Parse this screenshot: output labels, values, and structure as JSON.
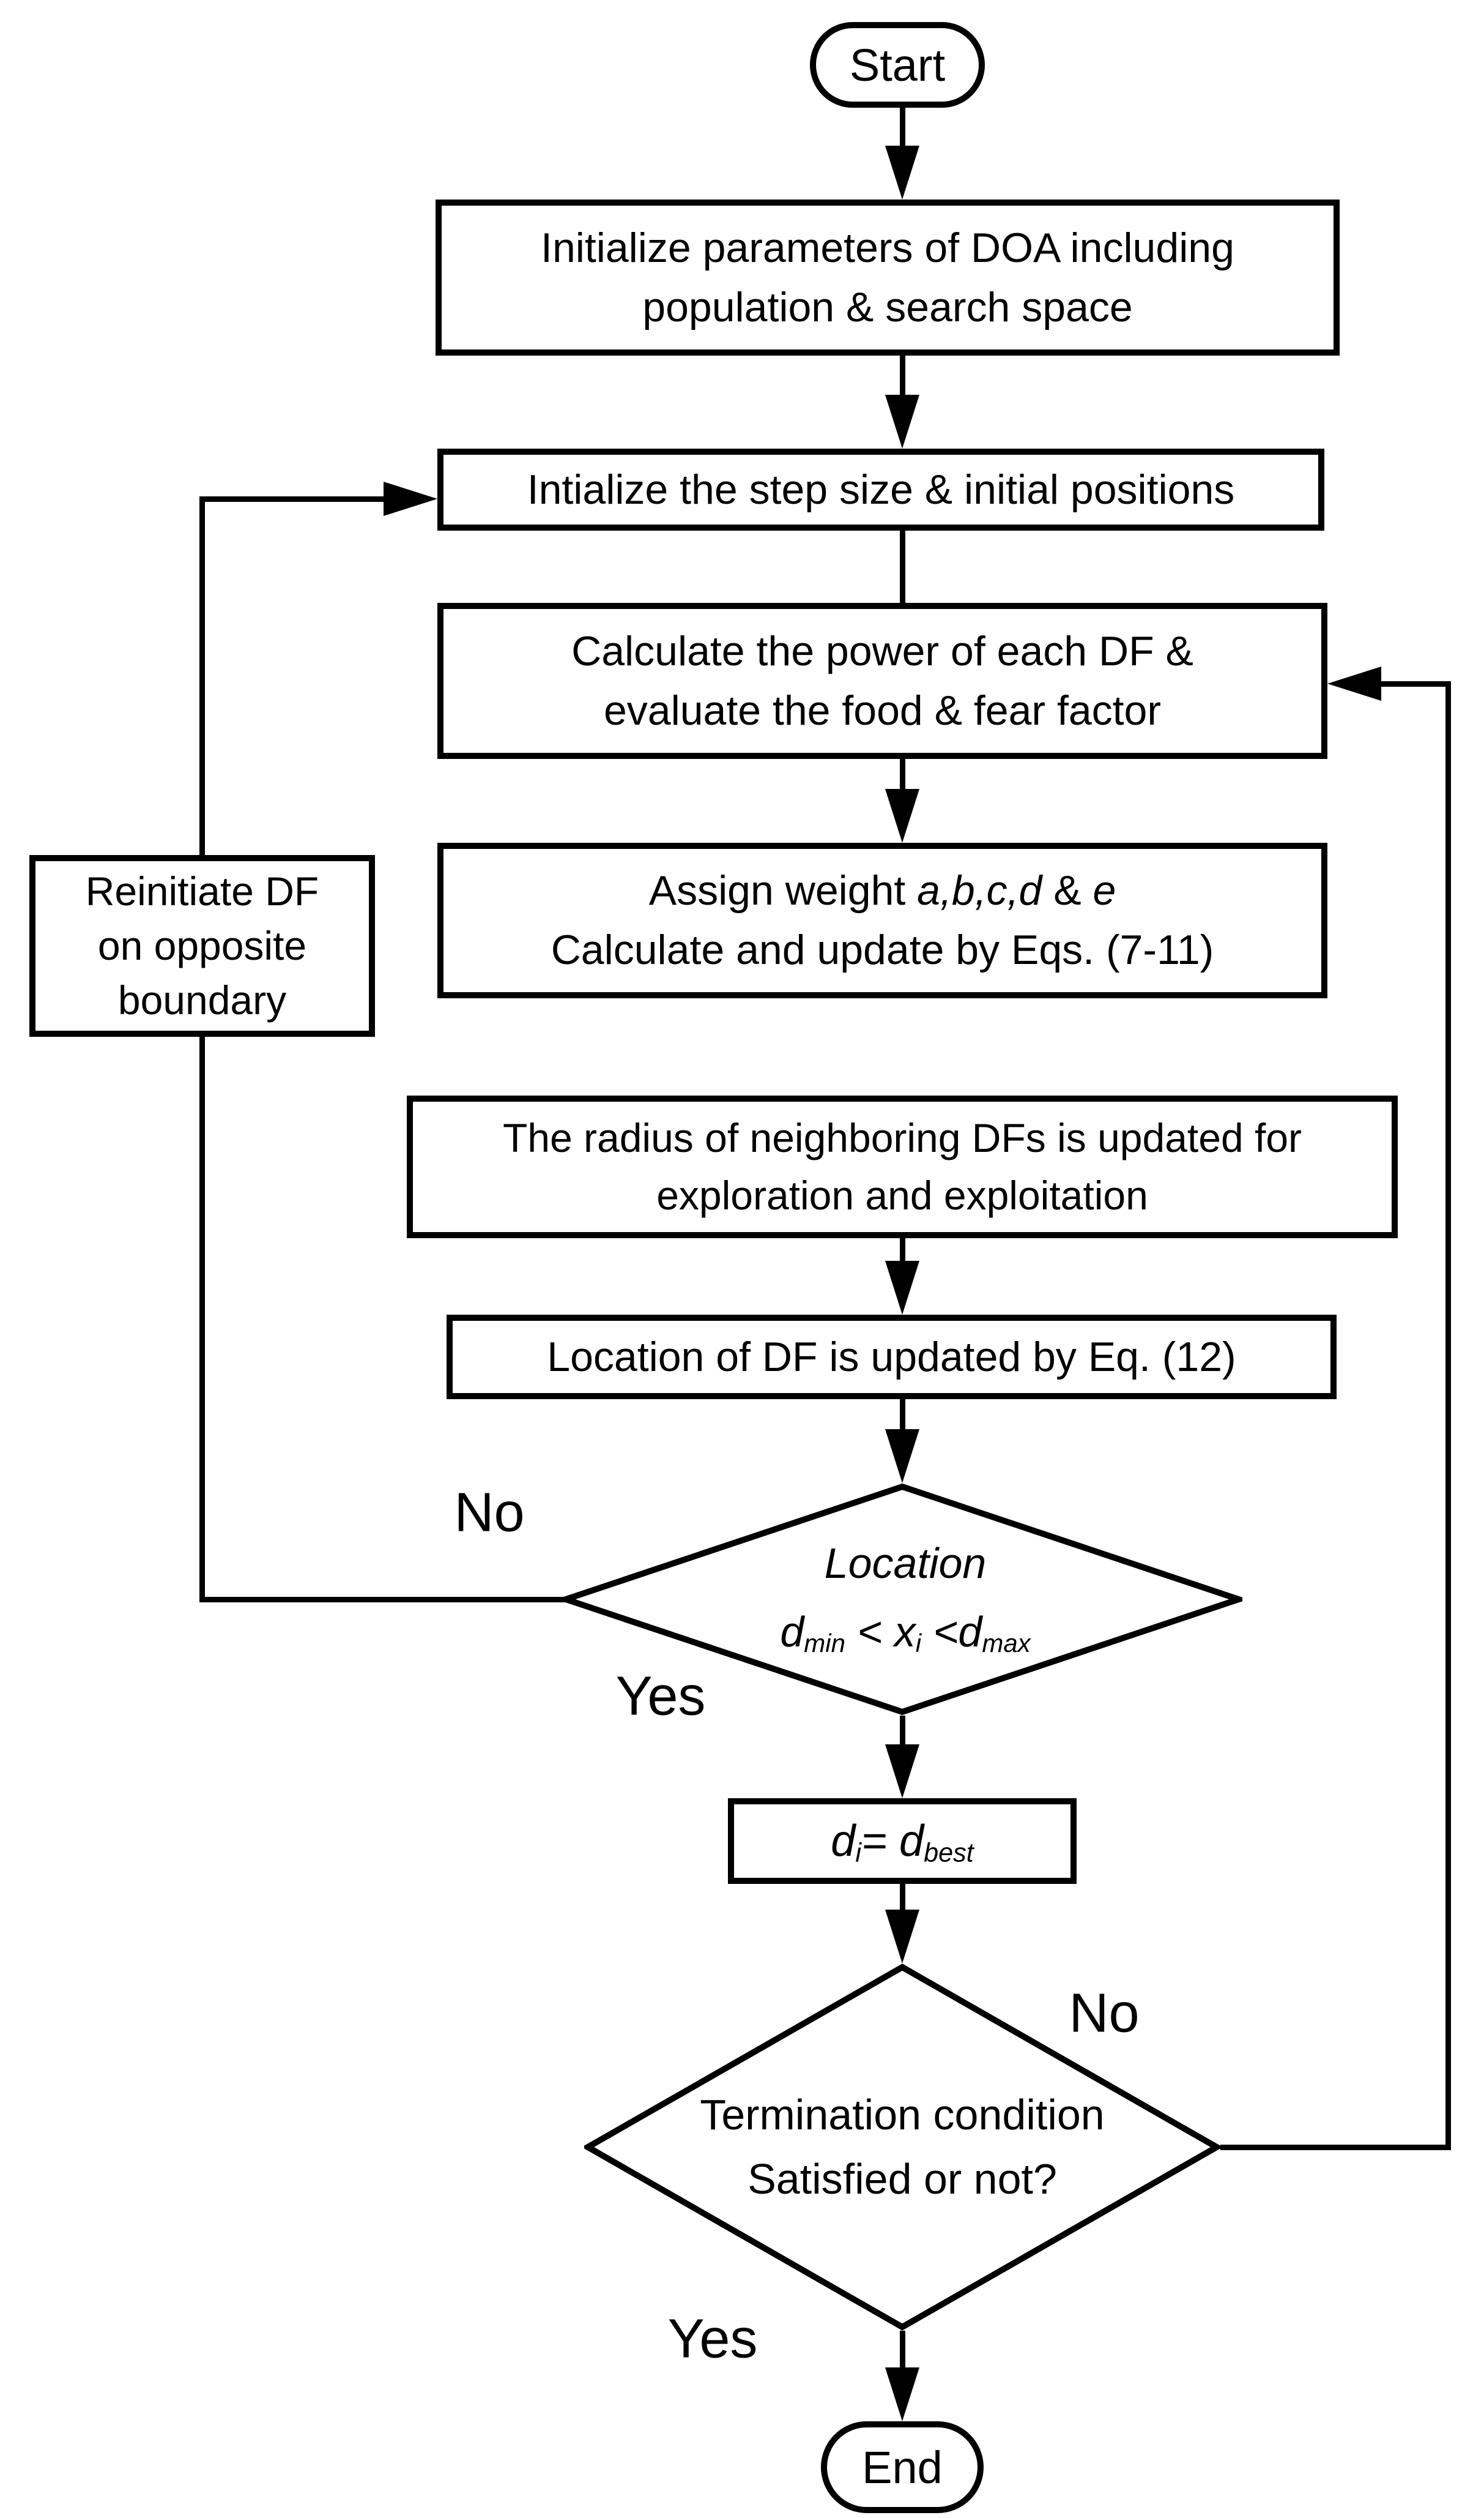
{
  "flowchart": {
    "colors": {
      "stroke": "#000000",
      "fill": "#ffffff",
      "text": "#000000"
    },
    "nodes": {
      "start": {
        "label": "Start"
      },
      "init_params": {
        "line1": "Initialize parameters of DOA including",
        "line2": "population & search space"
      },
      "init_step": {
        "line1": "Intialize the step size & initial positions"
      },
      "calc_power": {
        "line1": "Calculate the power of each DF &",
        "line2": "evaluate the food & fear factor"
      },
      "assign_weight": {
        "line1_text": "Assign weight ",
        "line1_vars": "a,b,c,d",
        "line1_amp": " & ",
        "line1_var_e": "e",
        "line2": "Calculate and update by Eqs. (7-11)"
      },
      "reinitiate": {
        "line1": "Reinitiate DF",
        "line2": "on opposite",
        "line3": "boundary"
      },
      "radius": {
        "line1": "The radius of neighboring DFs is updated for",
        "line2": "exploration and exploitation"
      },
      "location_update": {
        "line1": "Location of DF is updated by Eq. (12)"
      },
      "location_check": {
        "title": "Location",
        "formula": {
          "d1": "d",
          "sub1": "min",
          "mid1": " < x",
          "sub2": "i",
          "mid2": " <",
          "d2": "d",
          "sub3": "max"
        }
      },
      "assign_best": {
        "formula": {
          "d1": "d",
          "sub1": "i",
          "eq": "= ",
          "d2": "d",
          "sub2": "best"
        }
      },
      "termination": {
        "line1": "Termination condition",
        "line2": "Satisfied or not?"
      },
      "end": {
        "label": "End"
      }
    },
    "edge_labels": {
      "boundary_no": "No",
      "boundary_yes": "Yes",
      "termination_no": "No",
      "termination_yes": "Yes"
    }
  }
}
